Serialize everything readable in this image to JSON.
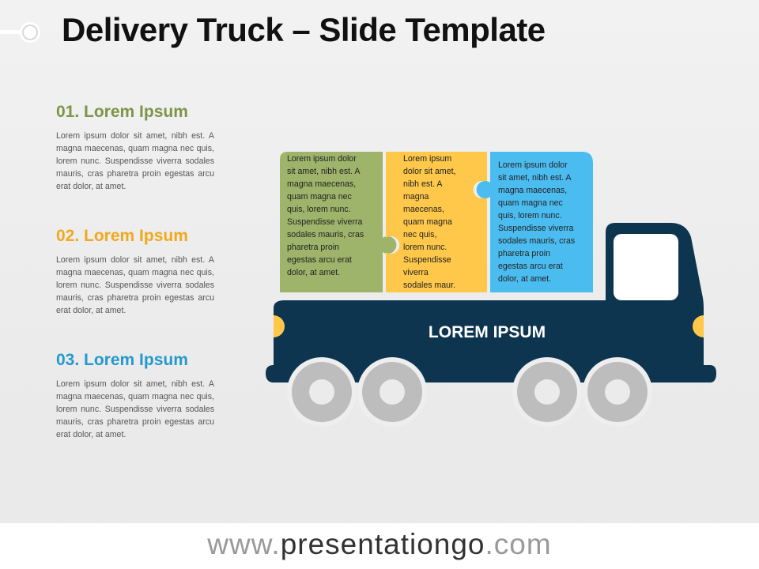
{
  "title": "Delivery Truck – Slide Template",
  "colors": {
    "green": "#9db46a",
    "yellow": "#ffc84a",
    "blue": "#4bbcef",
    "truck": "#0e3550",
    "wheel": "#bdbdbd"
  },
  "items": [
    {
      "heading": "01. Lorem Ipsum",
      "body": "Lorem ipsum dolor sit amet, nibh est. A magna maecenas, quam magna nec quis, lorem nunc. Suspendisse viverra sodales mauris, cras pharetra proin egestas arcu erat dolor, at amet."
    },
    {
      "heading": "02. Lorem Ipsum",
      "body": "Lorem ipsum dolor sit amet, nibh est. A magna maecenas, quam magna nec quis, lorem nunc. Suspendisse viverra sodales mauris, cras pharetra proin egestas arcu erat dolor, at amet."
    },
    {
      "heading": "03. Lorem Ipsum",
      "body": "Lorem ipsum dolor sit amet, nibh est. A magna maecenas, quam magna nec quis, lorem nunc. Suspendisse viverra sodales mauris, cras pharetra proin egestas arcu erat dolor, at amet."
    }
  ],
  "panels": [
    {
      "lines": [
        "Lorem ipsum dolor",
        "sit amet, nibh est. A",
        "magna maecenas,",
        "quam magna nec",
        "quis, lorem nunc.",
        "Suspendisse viverra",
        "sodales mauris, cras",
        "pharetra proin",
        "egestas arcu erat",
        "dolor, at amet."
      ]
    },
    {
      "lines": [
        "Lorem ipsum",
        "dolor sit amet,",
        "nibh est. A",
        "magna",
        "maecenas,",
        "quam magna",
        "nec quis,",
        "lorem nunc.",
        "Suspendisse",
        "viverra",
        "sodales maur."
      ]
    },
    {
      "lines": [
        "Lorem ipsum dolor",
        "sit amet, nibh est. A",
        "magna maecenas,",
        "quam magna nec",
        "quis, lorem nunc.",
        "Suspendisse viverra",
        "sodales mauris, cras",
        "pharetra proin",
        "egestas arcu erat",
        "dolor, at amet."
      ]
    }
  ],
  "truck_label": "LOREM IPSUM",
  "footer": {
    "prefix": "www.",
    "brand": "presentationgo",
    "suffix": ".com"
  }
}
